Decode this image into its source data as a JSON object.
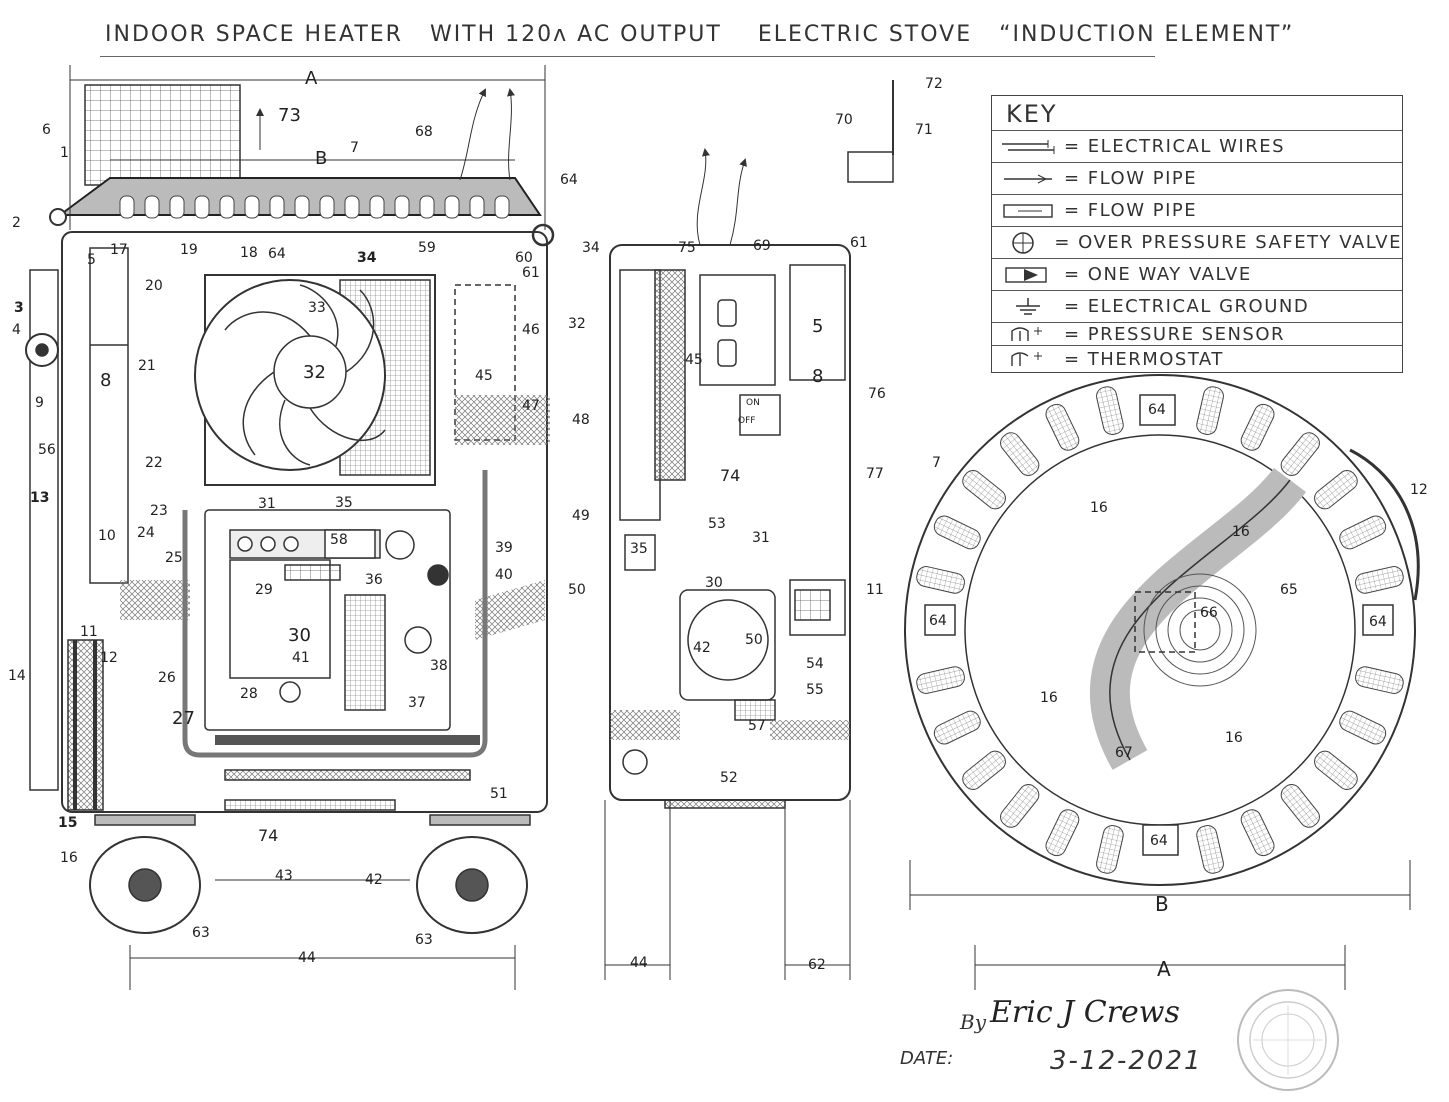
{
  "title": {
    "part1": "INDOOR SPACE HEATER",
    "part2": "WITH 120ʌ AC OUTPUT",
    "part3": "ELECTRIC STOVE",
    "part4": "“INDUCTION ELEMENT”"
  },
  "key": {
    "heading": "KEY",
    "rows": [
      {
        "symbol": "electrical-wires-icon",
        "text": "= ELECTRICAL WIRES"
      },
      {
        "symbol": "flow-pipe-thin-icon",
        "text": "= FLOW PIPE"
      },
      {
        "symbol": "flow-pipe-thick-icon",
        "text": "= FLOW PIPE"
      },
      {
        "symbol": "over-pressure-valve-icon",
        "text": "= OVER PRESSURE SAFETY VALVE"
      },
      {
        "symbol": "one-way-valve-icon",
        "text": "= ONE WAY VALVE"
      },
      {
        "symbol": "electrical-ground-icon",
        "text": "= ELECTRICAL GROUND"
      },
      {
        "symbol": "pressure-sensor-icon",
        "text": "= PRESSURE SENSOR"
      },
      {
        "symbol": "thermostat-icon",
        "text": "= THERMOSTAT"
      }
    ]
  },
  "labels": {
    "A": "A",
    "B": "B",
    "n1": "1",
    "n2": "2",
    "n3": "3",
    "n4": "4",
    "n5": "5",
    "n6": "6",
    "n7": "7",
    "n8": "8",
    "n9": "9",
    "n10": "10",
    "n11": "11",
    "n12": "12",
    "n13": "13",
    "n14": "14",
    "n15": "15",
    "n16": "16",
    "n17": "17",
    "n18": "18",
    "n19": "19",
    "n20": "20",
    "n21": "21",
    "n22": "22",
    "n23": "23",
    "n24": "24",
    "n25": "25",
    "n26": "26",
    "n27": "27",
    "n28": "28",
    "n29": "29",
    "n30": "30",
    "n31": "31",
    "n32": "32",
    "n33": "33",
    "n34": "34",
    "n35": "35",
    "n36": "36",
    "n37": "37",
    "n38": "38",
    "n39": "39",
    "n40": "40",
    "n41": "41",
    "n42": "42",
    "n43": "43",
    "n44": "44",
    "n45": "45",
    "n46": "46",
    "n47": "47",
    "n48": "48",
    "n49": "49",
    "n50": "50",
    "n51": "51",
    "n52": "52",
    "n53": "53",
    "n54": "54",
    "n55": "55",
    "n56": "56",
    "n57": "57",
    "n58": "58",
    "n59": "59",
    "n60": "60",
    "n61": "61",
    "n62": "62",
    "n63": "63",
    "n64": "64",
    "n65": "65",
    "n66": "66",
    "n67": "67",
    "n68": "68",
    "n69": "69",
    "n70": "70",
    "n71": "71",
    "n72": "72",
    "n73": "73",
    "n74": "74",
    "n75": "75",
    "n76": "76",
    "n77": "77",
    "on": "ON",
    "off": "OFF"
  },
  "signature": {
    "by": "By",
    "name": "Eric J Crews",
    "date_label": "DATE:",
    "date": "3-12-2021"
  },
  "colors": {
    "ink": "#333333",
    "hatch": "#666666",
    "paper": "#ffffff"
  }
}
